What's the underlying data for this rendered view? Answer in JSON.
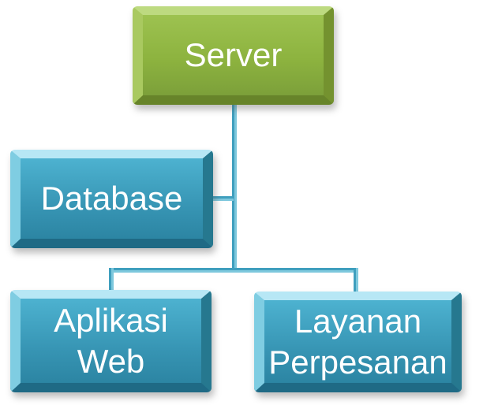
{
  "diagram": {
    "type": "hierarchy",
    "background": "#ffffff",
    "nodes": [
      {
        "id": "server",
        "label": "Server",
        "parent": null,
        "shape": "beveled-rectangle",
        "fill_top": "#9dc250",
        "fill_bottom": "#7ca03a",
        "text_color": "#ffffff"
      },
      {
        "id": "database",
        "label": "Database",
        "parent": "server",
        "shape": "beveled-rectangle",
        "fill_top": "#4db2d0",
        "fill_bottom": "#2c85a3",
        "text_color": "#ffffff"
      },
      {
        "id": "aplikasi-web",
        "label": "Aplikasi Web",
        "parent": "server",
        "shape": "beveled-rectangle",
        "fill_top": "#4db2d0",
        "fill_bottom": "#2c85a3",
        "text_color": "#ffffff"
      },
      {
        "id": "layanan-perpesanan",
        "label": "Layanan Perpesanan",
        "parent": "server",
        "shape": "beveled-rectangle",
        "fill_top": "#4db2d0",
        "fill_bottom": "#2c85a3",
        "text_color": "#ffffff"
      }
    ],
    "connector": {
      "color_dark": "#3f9fbe",
      "color_light": "#7ec8dd"
    }
  }
}
